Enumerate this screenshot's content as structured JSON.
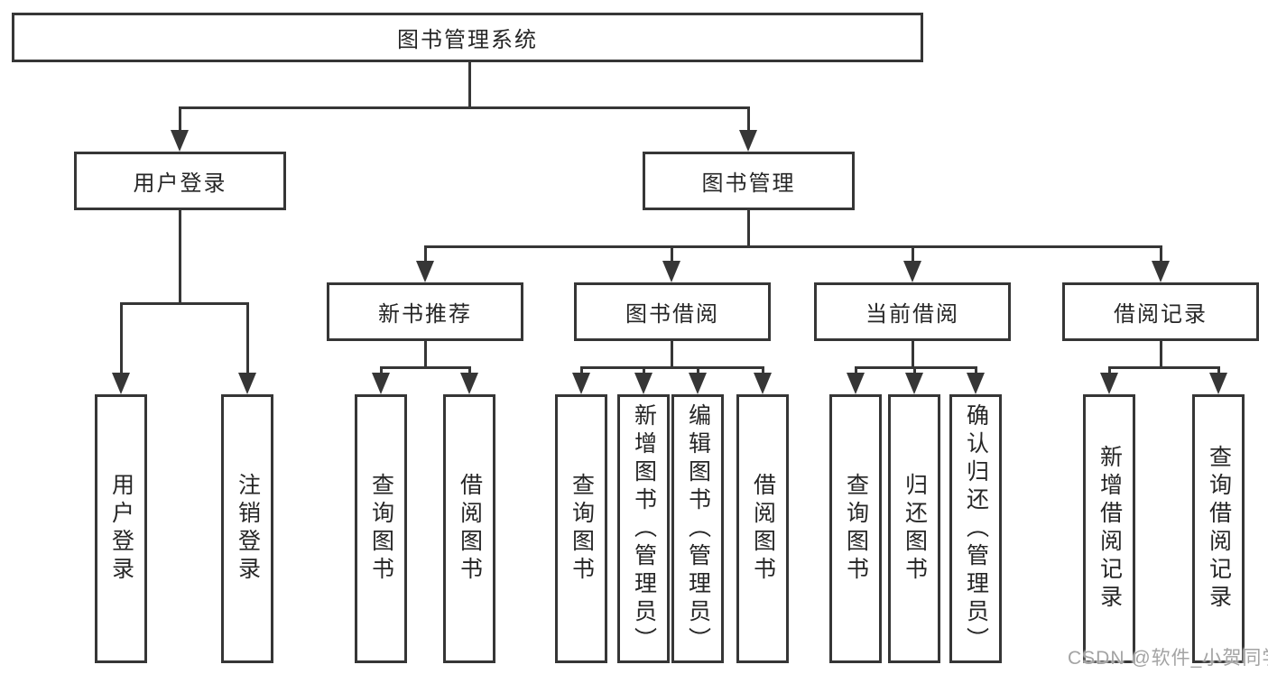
{
  "diagram": {
    "root": {
      "label": "图书管理系统"
    },
    "level2": {
      "user_login": {
        "label": "用户登录"
      },
      "book_management": {
        "label": "图书管理"
      }
    },
    "level3": {
      "new_book_recommend": {
        "label": "新书推荐"
      },
      "book_borrowing": {
        "label": "图书借阅"
      },
      "current_borrowing": {
        "label": "当前借阅"
      },
      "borrowing_records": {
        "label": "借阅记录"
      }
    },
    "leaves": {
      "user_login": [
        {
          "label": "用户登录"
        },
        {
          "label": "注销登录"
        }
      ],
      "new_book_recommend": [
        {
          "label": "查询图书"
        },
        {
          "label": "借阅图书"
        }
      ],
      "book_borrowing": [
        {
          "label": "查询图书"
        },
        {
          "label": "新增图书（管理员）"
        },
        {
          "label": "编辑图书（管理员）"
        },
        {
          "label": "借阅图书"
        }
      ],
      "current_borrowing": [
        {
          "label": "查询图书"
        },
        {
          "label": "归还图书"
        },
        {
          "label": "确认归还（管理员）"
        }
      ],
      "borrowing_records": [
        {
          "label": "新增借阅记录"
        },
        {
          "label": "查询借阅记录"
        }
      ]
    }
  },
  "watermark": {
    "text": "CSDN @软件_小贺同学"
  },
  "colors": {
    "line": "#363636",
    "text": "#262626",
    "node_background": "#ffffff",
    "page_background": "#ffffff",
    "watermark": "#a3a3a3"
  }
}
